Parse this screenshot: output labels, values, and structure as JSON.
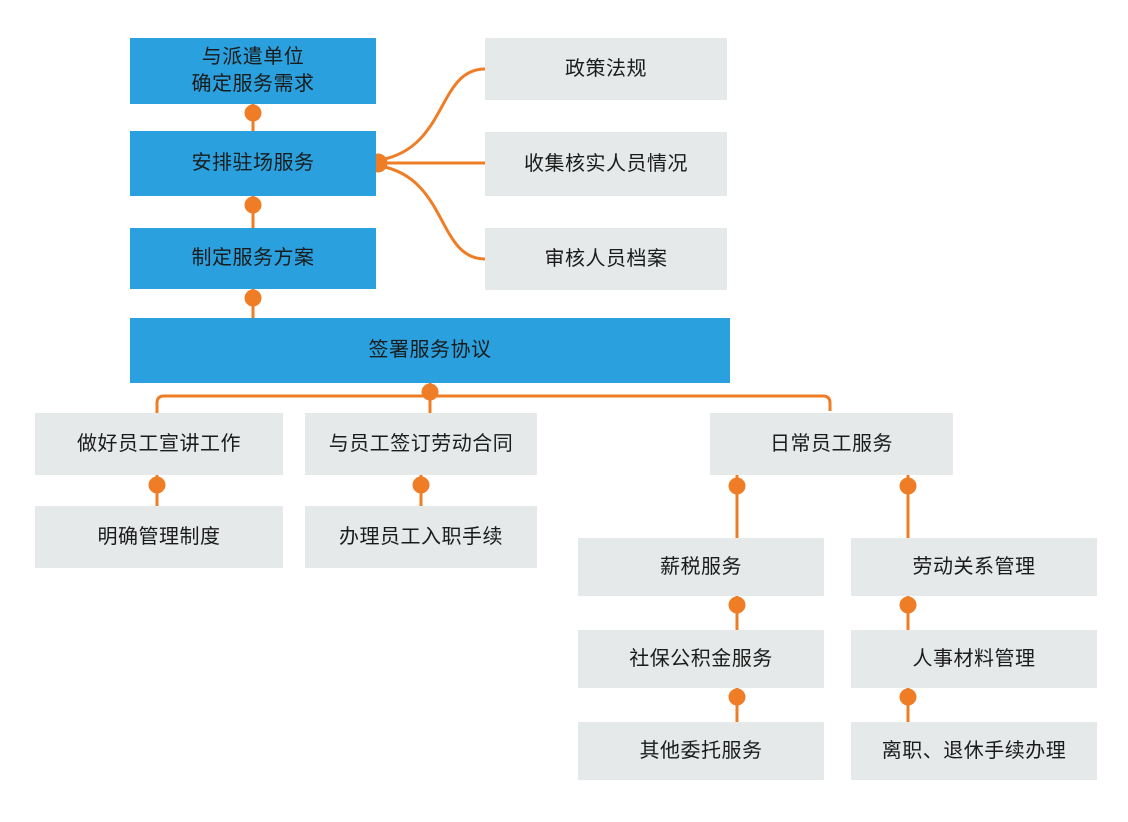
{
  "diagram": {
    "type": "flowchart",
    "colors": {
      "process_box": "#2AA1DE",
      "detail_box": "#E5E9E9",
      "connector": "#EF7D26",
      "text": "#1B1B1B",
      "background": "#FFFFFF"
    },
    "nodes": {
      "confirm_needs": {
        "label": "与派遣单位\n确定服务需求"
      },
      "onsite": {
        "label": "安排驻场服务"
      },
      "plan": {
        "label": "制定服务方案"
      },
      "sign": {
        "label": "签署服务协议"
      },
      "policy": {
        "label": "政策法规"
      },
      "collect": {
        "label": "收集核实人员情况"
      },
      "review": {
        "label": "审核人员档案"
      },
      "preach": {
        "label": "做好员工宣讲工作"
      },
      "rules": {
        "label": "明确管理制度"
      },
      "contract": {
        "label": "与员工签订劳动合同"
      },
      "onboard": {
        "label": "办理员工入职手续"
      },
      "daily": {
        "label": "日常员工服务"
      },
      "salary": {
        "label": "薪税服务"
      },
      "social": {
        "label": "社保公积金服务"
      },
      "other": {
        "label": "其他委托服务"
      },
      "labor": {
        "label": "劳动关系管理"
      },
      "hr_materials": {
        "label": "人事材料管理"
      },
      "resign": {
        "label": "离职、退休手续办理"
      }
    },
    "edges": [
      {
        "from": "confirm_needs",
        "to": "onsite"
      },
      {
        "from": "onsite",
        "to": "policy"
      },
      {
        "from": "onsite",
        "to": "collect"
      },
      {
        "from": "onsite",
        "to": "review"
      },
      {
        "from": "onsite",
        "to": "plan"
      },
      {
        "from": "plan",
        "to": "sign"
      },
      {
        "from": "sign",
        "to": "preach"
      },
      {
        "from": "sign",
        "to": "contract"
      },
      {
        "from": "sign",
        "to": "daily"
      },
      {
        "from": "preach",
        "to": "rules"
      },
      {
        "from": "contract",
        "to": "onboard"
      },
      {
        "from": "daily",
        "to": "salary"
      },
      {
        "from": "daily",
        "to": "labor"
      },
      {
        "from": "salary",
        "to": "social"
      },
      {
        "from": "social",
        "to": "other"
      },
      {
        "from": "labor",
        "to": "hr_materials"
      },
      {
        "from": "hr_materials",
        "to": "resign"
      }
    ]
  }
}
